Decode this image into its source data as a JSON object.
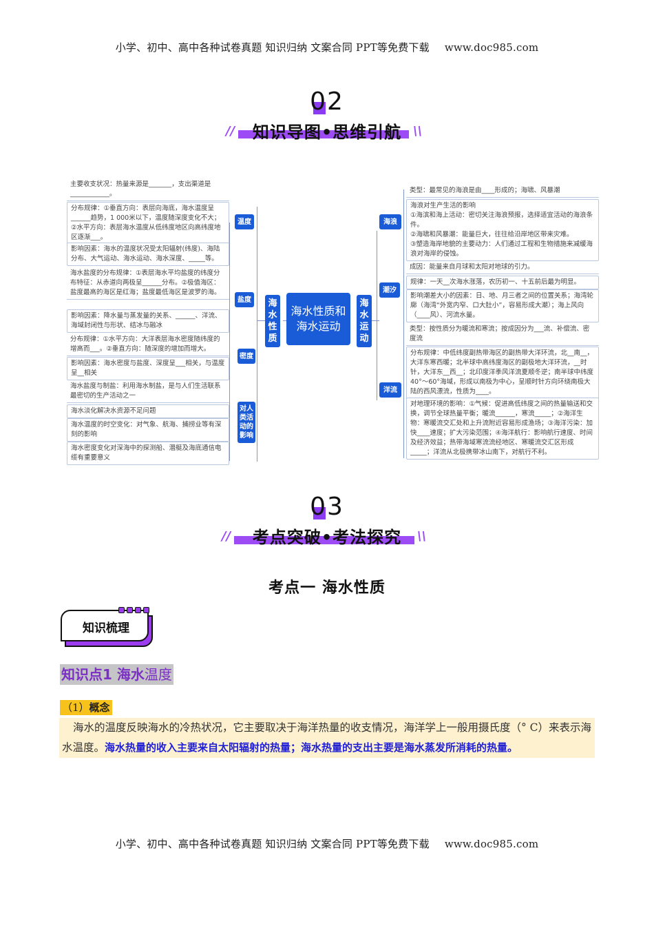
{
  "header": {
    "watermark_text": "小学、初中、高中各种试卷真题  知识归纳  文案合同  PPT等免费下载",
    "watermark_url": "www.doc985.com"
  },
  "footer": {
    "watermark_text": "小学、初中、高中各种试卷真题  知识归纳  文案合同  PPT等免费下载",
    "watermark_url": "www.doc985.com"
  },
  "section02": {
    "number": "02",
    "title": "知识导图•思维引航",
    "slash_left": "//",
    "slash_right": "\\\\"
  },
  "mindmap": {
    "center": "海水性质和海水运动",
    "left_branch": {
      "label": "海水性质",
      "nodes": [
        {
          "label": "温度",
          "leaves": [
            "主要收支状况：热量来源是_______，支出渠道是____________。",
            "分布规律：①垂直方向：表层向海底，海水温度呈______趋势，1 000米以下，温度随深度变化不大；②水平方向：表层海水温度从低纬度地区向高纬度地区逐渐___。",
            "影响因素：海水的温度状况受太阳辐射(纬度)、海陆分布、大气运动、海水运动、海水深度、_____等。"
          ]
        },
        {
          "label": "盐度",
          "leaves": [
            "海水盐度的分布规律：①表层海水平均盐度的纬度分布特征：从赤道向两极呈______分布。②极值海区：盐度最高的海区是红海；盐度最低海区是波罗的海。",
            "影响因素：降水量与蒸发量的关系、______、洋流、海域封闭性与形状、结冰与融冰"
          ]
        },
        {
          "label": "密度",
          "leaves": [
            "分布规律：①水平方向：大洋表层海水密度随纬度的增高而___。②垂直方向：随深度的增加而增大。",
            "影响因素：海水密度与盐度、深度呈___相关，与温度呈__相关"
          ]
        },
        {
          "label": "对人类活动的影响",
          "leaves": [
            "海水盐度与制盐：利用海水制盐，是与人们生活联系最密切的生产活动之一",
            "海水淡化解决水资源不足问题",
            "海水温度的时空变化：对气象、航海、捕捞业等有深刻的影响",
            "海水密度变化对深海中的探测船、潜艇及海底通信电缆有重要意义"
          ]
        }
      ]
    },
    "right_branch": {
      "label": "海水运动",
      "nodes": [
        {
          "label": "海浪",
          "leaves": [
            "类型：最常见的海浪是由____形成的；海啸、风暴潮",
            "海浪对生产生活的影响\n①海滨和海上活动：密切关注海浪预报，选择适宜活动的海浪条件。\n②海啸和风暴潮：能量巨大，往往给沿岸地区带来灾难。\n③塑造海岸地貌的主要动力：人们通过工程和生物措施来减缓海浪对海岸的侵蚀。"
          ]
        },
        {
          "label": "潮汐",
          "leaves": [
            "成因：能量来自月球和太阳对地球的引力。",
            "规律：一天__次海水涨落，农历初一、十五前后最为明显。",
            "影响潮差大小的因素：日、地、月三者之间的位置关系；海湾轮廓（海湾“外宽内窄、口大肚小”，容易形成大潮）；海上风向（____风）、河流水量。"
          ]
        },
        {
          "label": "洋流",
          "leaves": [
            "类型：按性质分为暖流和寒流；按成因分为___流、补偿流、密度流",
            "分布规律：中低纬度副热带海区的副热带大洋环流，北__南__，大洋东寒西暖；北半球中高纬度海区的副极地大洋环流，__时针，大洋东__西__；北印度洋季风洋流夏顺冬逆；南半球中纬度40°～60°海域，形成以南极为中心，呈顺时针方向环绕南极大陆的西风漂流，性质为____。",
            "对地理环境的影响：①气候：促进高低纬度之间的热量输送和交换，调节全球热量平衡；暖流______，寒流_____；②海洋生物：寒暖流交汇处和上升流附近容易形成渔场；③海洋污染：加快____速度；扩大污染范围；④海洋航行：影响航行速度、时间及经济效益；热带海域寒流流经地区、寒暖流交汇区形成_____；洋流从北极携带冰山南下，对航行不利。"
          ]
        }
      ]
    }
  },
  "section03": {
    "number": "03",
    "title": "考点突破•考法探究",
    "slash_left": "//",
    "slash_right": "\\\\"
  },
  "topic": {
    "title": "考点一  海水性质",
    "badge": "知识梳理",
    "knowledge_point_bold": "知识点1 海水",
    "knowledge_point_light": "温度",
    "subheading_num": "（1）",
    "subheading_label": "概念",
    "paragraph_plain": "海水的温度反映海水的冷热状况，它主要取决于海洋热量的收支情况，海洋学上一般用摄氏度（° C）来表示海水温度。",
    "paragraph_emphasis": "海水热量的收入主要来自太阳辐射的热量；海水热量的支出主要是海水蒸发所消耗的热量。"
  },
  "colors": {
    "accent_purple": "#9c4bf5",
    "mindmap_blue": "#1a5bd8",
    "highlight_yellow": "#f8c21c",
    "paragraph_bg": "#fdf1cf",
    "emphasis_blue": "#1f1fd6",
    "kp_title_purple": "#7b2fc4"
  }
}
